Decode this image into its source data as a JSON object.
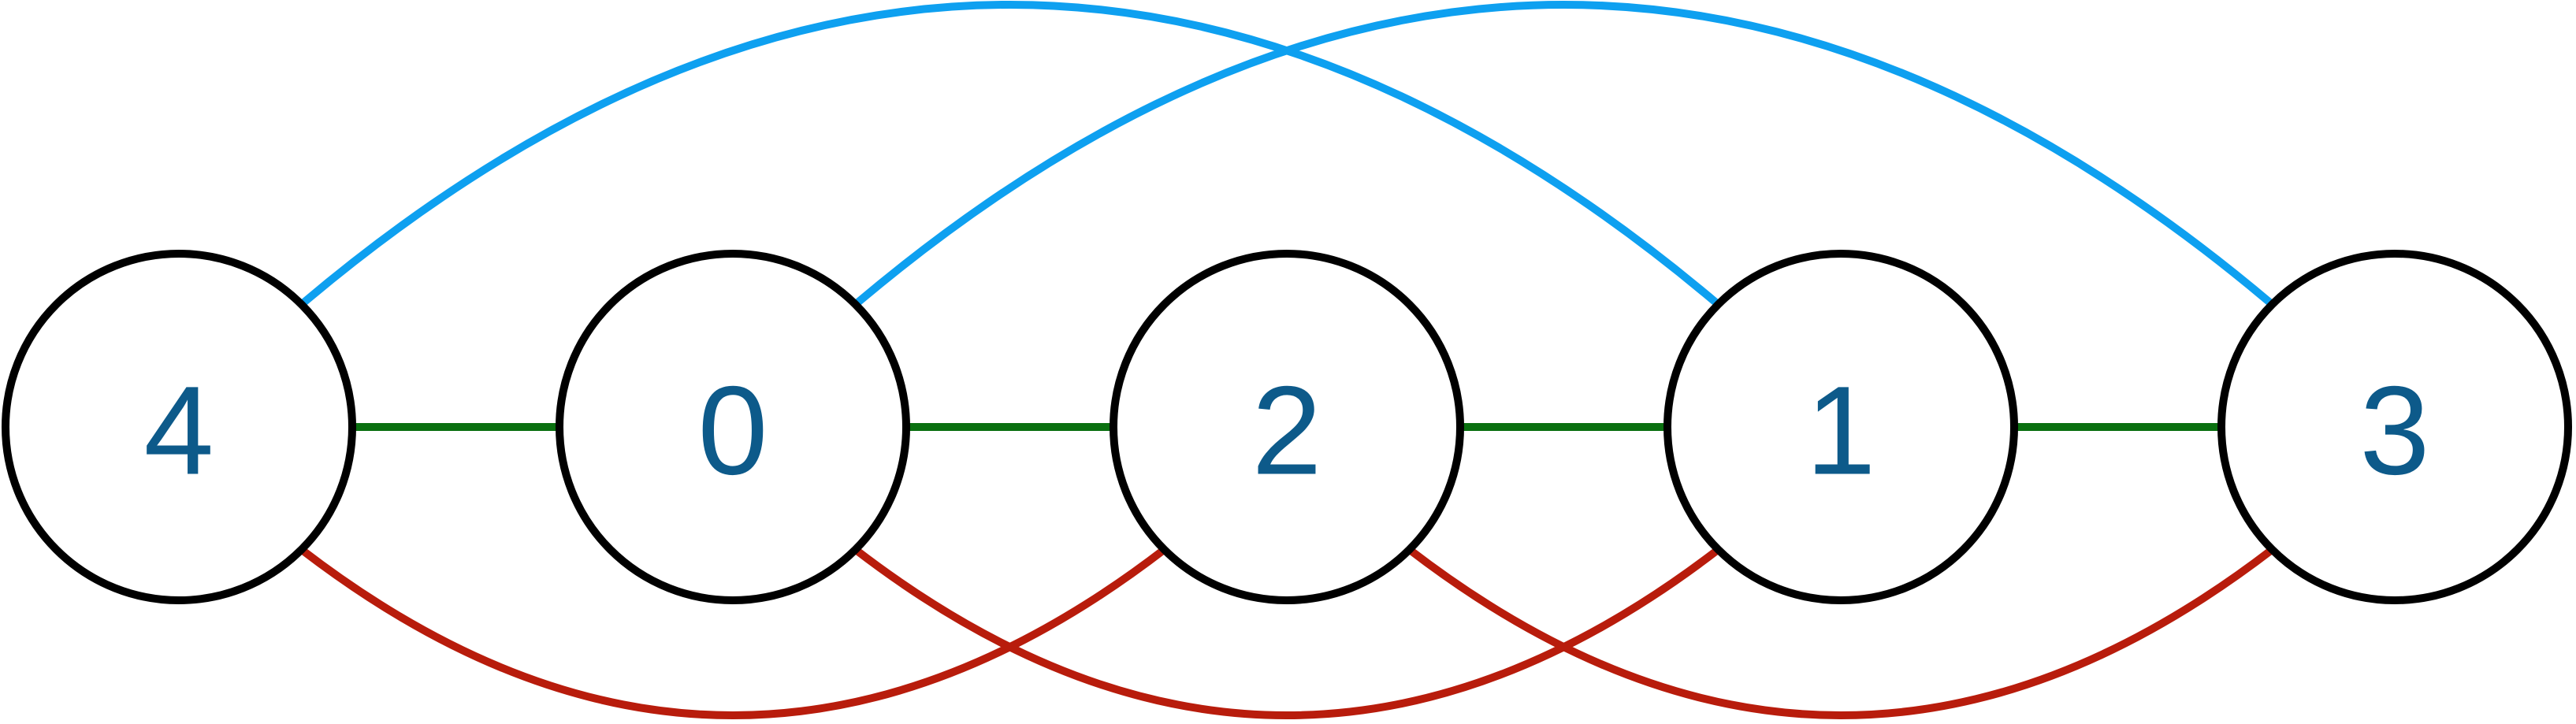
{
  "colors": {
    "node_label": "#0d5a8a",
    "edge_straight": "#0a7010",
    "edge_upper_arc": "#0ea0f0",
    "edge_lower_arc": "#b81c0c"
  },
  "nodes": [
    {
      "id": "node-4",
      "label": "4"
    },
    {
      "id": "node-0",
      "label": "0"
    },
    {
      "id": "node-2",
      "label": "2"
    },
    {
      "id": "node-1",
      "label": "1"
    },
    {
      "id": "node-3",
      "label": "3"
    }
  ],
  "edges": [
    {
      "from": 0,
      "to": 1,
      "kind": "straight"
    },
    {
      "from": 1,
      "to": 2,
      "kind": "straight"
    },
    {
      "from": 2,
      "to": 3,
      "kind": "straight"
    },
    {
      "from": 3,
      "to": 4,
      "kind": "straight"
    },
    {
      "from": 0,
      "to": 3,
      "kind": "upper_arc"
    },
    {
      "from": 1,
      "to": 4,
      "kind": "upper_arc"
    },
    {
      "from": 0,
      "to": 2,
      "kind": "lower_arc"
    },
    {
      "from": 1,
      "to": 3,
      "kind": "lower_arc"
    },
    {
      "from": 2,
      "to": 4,
      "kind": "lower_arc"
    }
  ]
}
